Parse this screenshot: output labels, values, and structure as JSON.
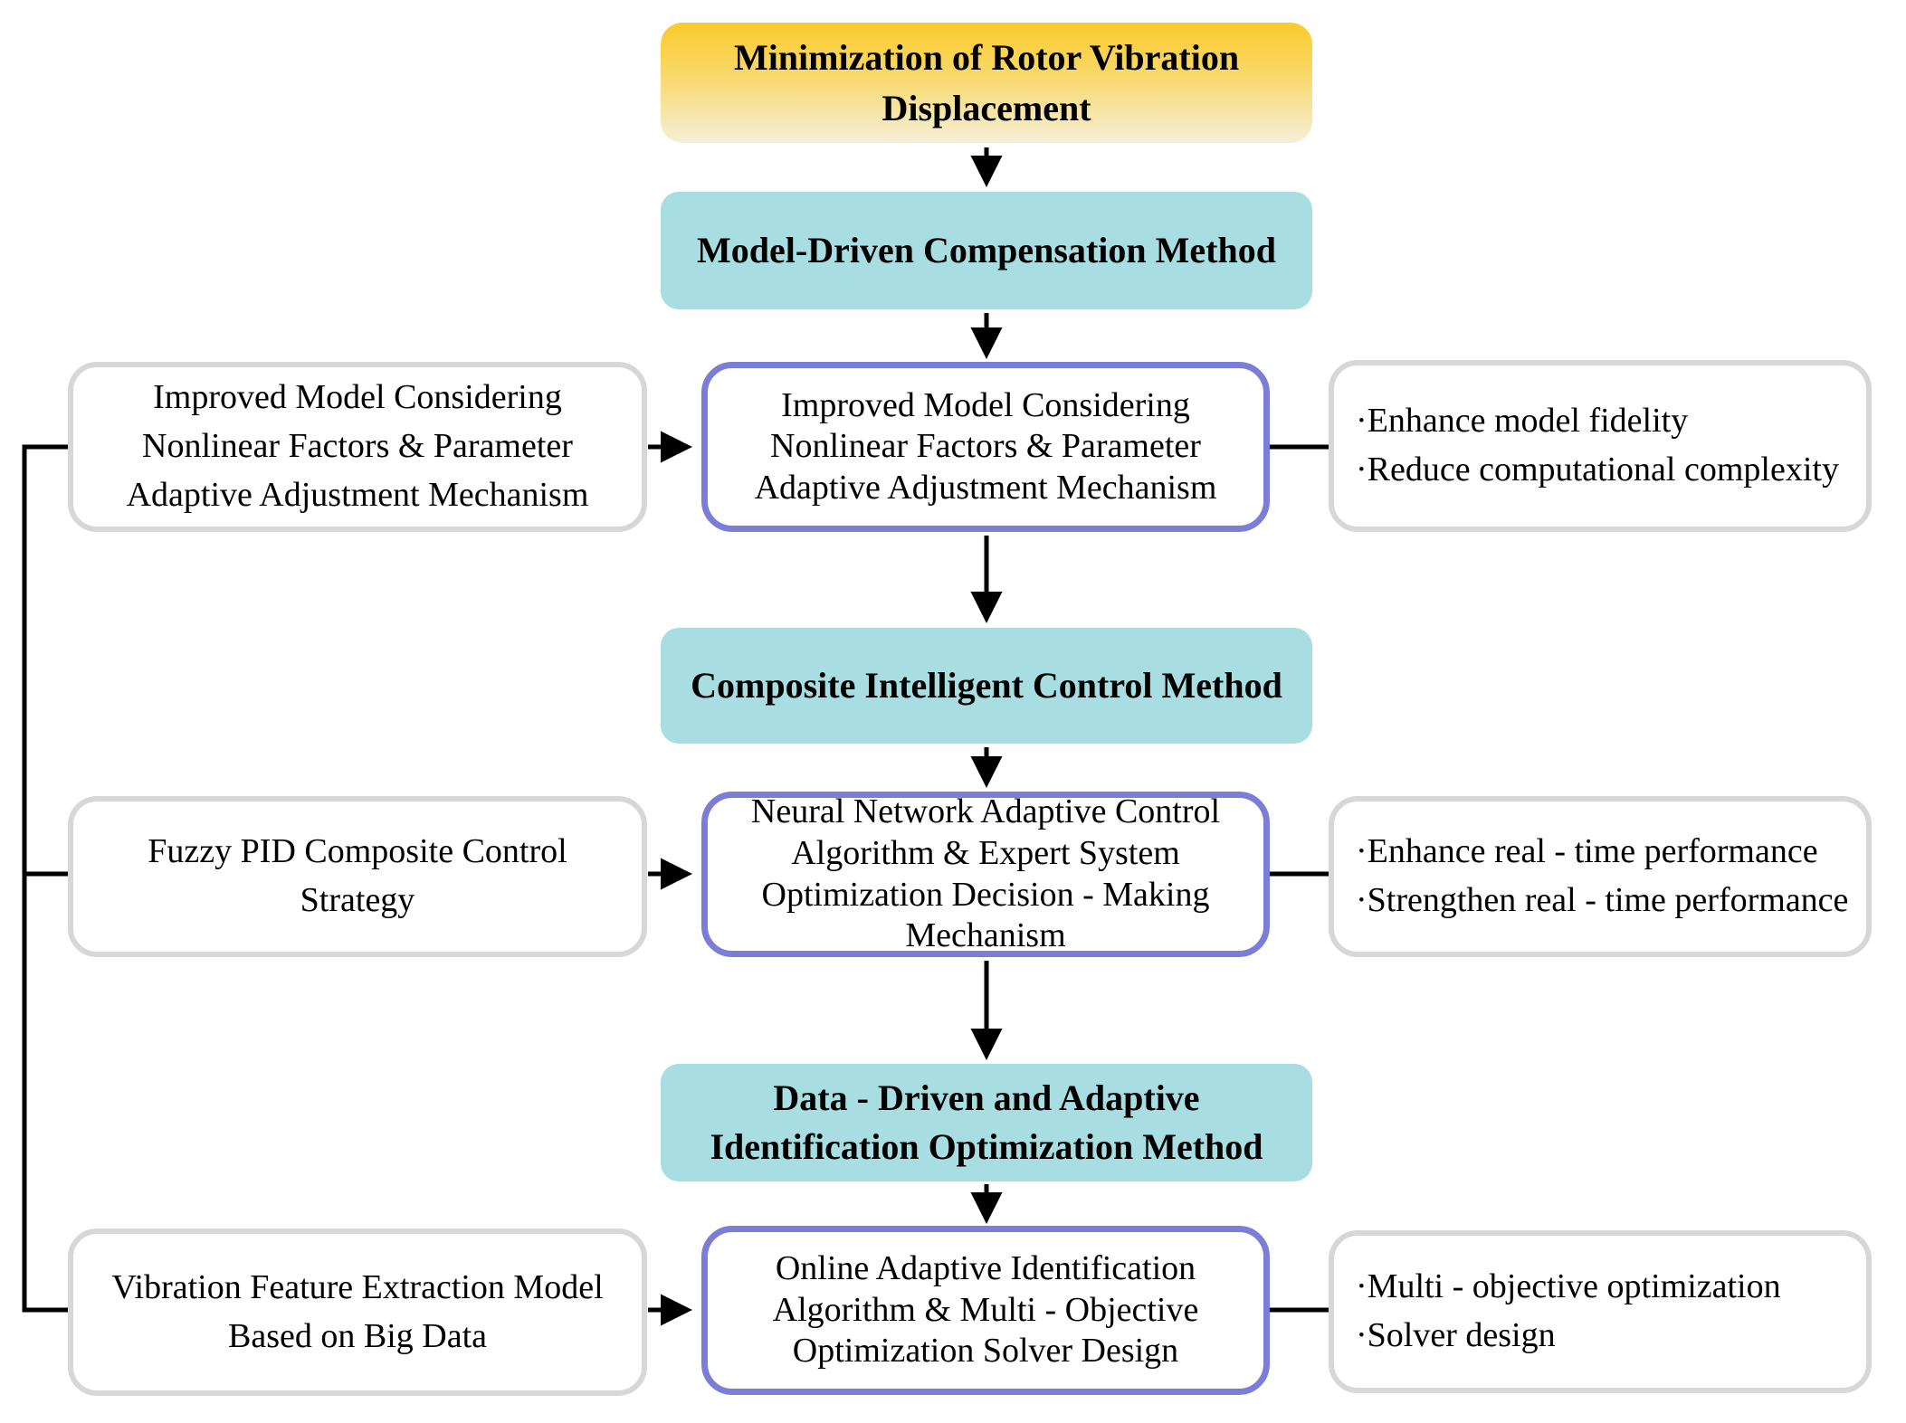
{
  "diagram": {
    "colors": {
      "gold_top": "#FBCA2C",
      "gold_bottom": "#F6EFD9",
      "teal_fill": "#A8DEE2",
      "purple_border": "#7B7ED6",
      "gray_border": "#D7D7D7",
      "line": "#000000",
      "text": "#000000",
      "background": "#FFFFFF"
    },
    "goal_box": {
      "lines": [
        "Minimization of Rotor Vibration",
        "Displacement"
      ]
    },
    "rows": [
      {
        "method_box": {
          "lines": [
            "Model-Driven Compensation Method"
          ]
        },
        "left_box": {
          "lines": [
            "Improved Model Considering",
            "Nonlinear Factors & Parameter",
            "Adaptive Adjustment Mechanism"
          ]
        },
        "center_box": {
          "lines": [
            "Improved Model Considering",
            "Nonlinear Factors & Parameter",
            "Adaptive Adjustment Mechanism"
          ]
        },
        "right_box": {
          "lines": [
            "·Enhance model fidelity",
            "·Reduce computational complexity"
          ]
        }
      },
      {
        "method_box": {
          "lines": [
            "Composite Intelligent Control Method"
          ]
        },
        "left_box": {
          "lines": [
            "Fuzzy PID Composite Control",
            "Strategy"
          ]
        },
        "center_box": {
          "lines": [
            "Neural Network Adaptive Control",
            "Algorithm & Expert System",
            "Optimization Decision - Making",
            "Mechanism"
          ]
        },
        "right_box": {
          "lines": [
            "·Enhance real - time performance",
            "·Strengthen real - time performance"
          ]
        }
      },
      {
        "method_box": {
          "lines": [
            "Data - Driven and Adaptive",
            "Identification Optimization Method"
          ]
        },
        "left_box": {
          "lines": [
            "Vibration Feature Extraction Model",
            "Based on Big Data"
          ]
        },
        "center_box": {
          "lines": [
            "Online Adaptive Identification",
            "Algorithm & Multi - Objective",
            "Optimization Solver Design"
          ]
        },
        "right_box": {
          "lines": [
            "·Multi - objective optimization",
            "·Solver design"
          ]
        }
      }
    ]
  }
}
